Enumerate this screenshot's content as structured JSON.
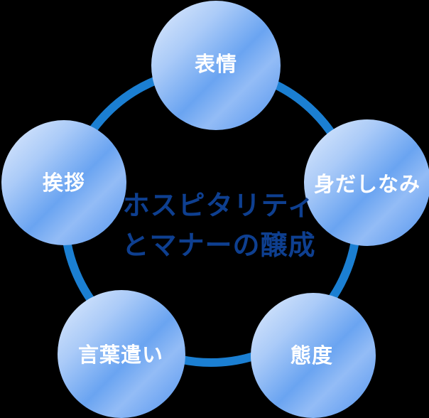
{
  "diagram": {
    "title_line1": "ホスピタリティ",
    "title_line2": "とマナーの醸成",
    "nodes": [
      {
        "id": "expression",
        "label": "表情"
      },
      {
        "id": "grooming",
        "label": "身だしなみ"
      },
      {
        "id": "attitude",
        "label": "態度"
      },
      {
        "id": "wording",
        "label": "言葉遣い"
      },
      {
        "id": "greeting",
        "label": "挨拶"
      }
    ],
    "colors": {
      "background": "#000000",
      "ring": "#1b7fd2",
      "title_text": "#0e3f90",
      "node_text": "#ffffff",
      "node_gradient_stops": [
        {
          "color": "#e2edfc"
        },
        {
          "color": "#abcbf8"
        },
        {
          "color": "#6aa4f1"
        },
        {
          "color": "#93bcf6"
        },
        {
          "color": "#4f92ee"
        }
      ]
    }
  }
}
